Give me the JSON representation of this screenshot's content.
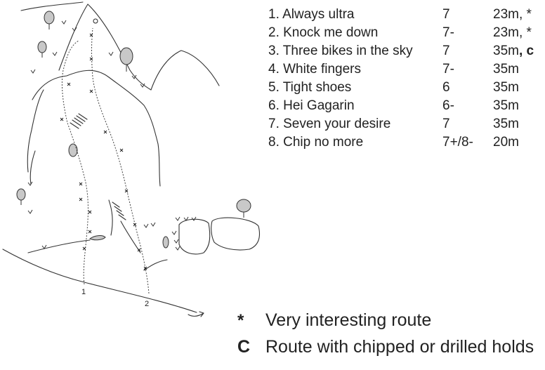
{
  "routes": [
    {
      "number": "1",
      "name": "1. Always ultra",
      "grade": "7",
      "length": "23m",
      "mark": ", *"
    },
    {
      "number": "2",
      "name": "2. Knock me down",
      "grade": "7-",
      "length": "23m",
      "mark": ", *"
    },
    {
      "number": "3",
      "name": "3. Three bikes in the sky",
      "grade": "7",
      "length": "35m",
      "mark": ", c"
    },
    {
      "number": "4",
      "name": "4. White fingers",
      "grade": "7-",
      "length": "35m",
      "mark": ""
    },
    {
      "number": "5",
      "name": "5. Tight shoes",
      "grade": "6",
      "length": "35m",
      "mark": ""
    },
    {
      "number": "6",
      "name": "6. Hei Gagarin",
      "grade": "6-",
      "length": "35m",
      "mark": ""
    },
    {
      "number": "7",
      "name": "7. Seven your desire",
      "grade": "7",
      "length": "35m",
      "mark": ""
    },
    {
      "number": "8",
      "name": "8. Chip no more",
      "grade": "7+/8-",
      "length": "20m",
      "mark": ""
    }
  ],
  "legend": {
    "star_symbol": "*",
    "star_text": "Very interesting route",
    "chip_symbol": "C",
    "chip_text": "Route with chipped or drilled holds"
  },
  "topo": {
    "route_labels": [
      "1",
      "2"
    ]
  }
}
